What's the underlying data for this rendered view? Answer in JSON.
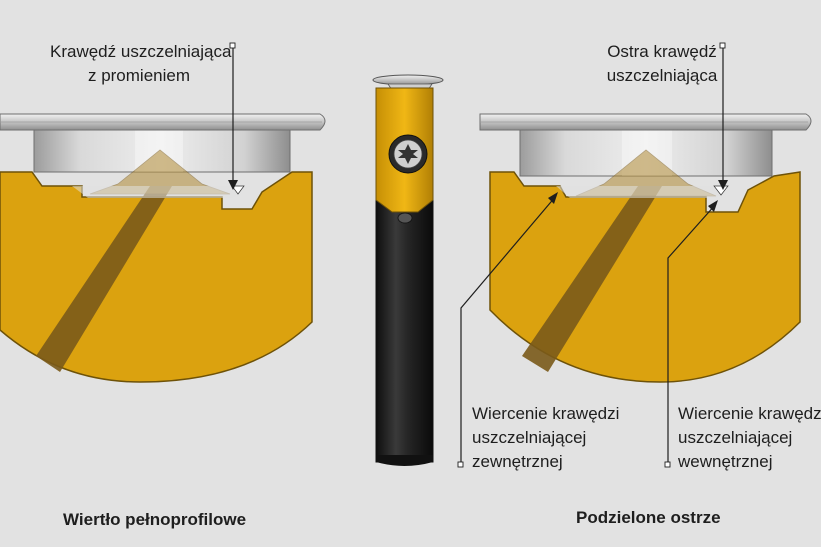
{
  "labels": {
    "left_top": [
      "Krawędź uszczelniająca",
      "z promieniem"
    ],
    "right_top": [
      "Ostra krawędź",
      "uszczelniająca"
    ],
    "right_bottom_outer": [
      "Wiercenie krawędzi",
      "uszczelniającej",
      "zewnętrznej"
    ],
    "right_bottom_inner": [
      "Wiercenie krawędzi",
      "uszczelniającej",
      "wewnętrznej"
    ]
  },
  "captions": {
    "left": "Wiertło pełnoprofilowe",
    "right": "Podzielone ostrze"
  },
  "colors": {
    "background": "#e2e2e2",
    "workpiece_yellow": "#dba20f",
    "workpiece_edge": "#6e5208",
    "drill_body": "#1e1e1e",
    "flange_silver": "#c9c9c9",
    "seal_ring": "#bfbfbf"
  }
}
